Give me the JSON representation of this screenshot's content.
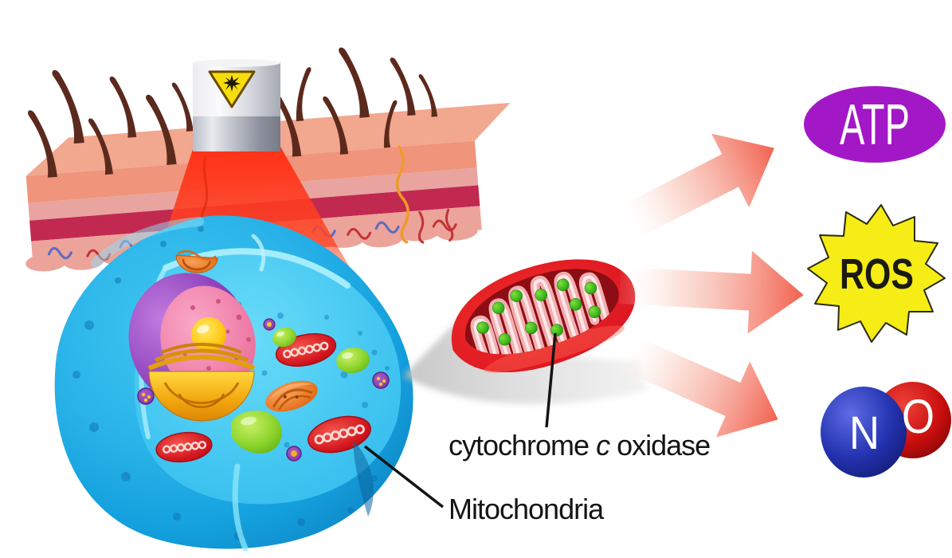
{
  "labels": {
    "cytochrome_pre": "cytochrome",
    "cytochrome_c": "c",
    "cytochrome_post": "oxidase",
    "mitochondria": "Mitochondria"
  },
  "outputs": {
    "atp": "ATP",
    "ros": "ROS",
    "no_n": "N",
    "no_o": "O"
  },
  "icons": {
    "laser_warning": "laser-hazard-triangle"
  },
  "colors": {
    "atp": "#A318C6",
    "ros": "#F6EC16",
    "ros_text": "#1A1A10",
    "no_nitrogen": "#2433B0",
    "no_oxygen": "#C60D0D",
    "arrow": "#F15C49",
    "beam": "#FF3318",
    "cell": "#2FBCEB",
    "mitochondrion": "#DE1722",
    "cytochrome_dot": "#3CB51B",
    "skin": "#F0947C",
    "label_text": "#141414"
  }
}
